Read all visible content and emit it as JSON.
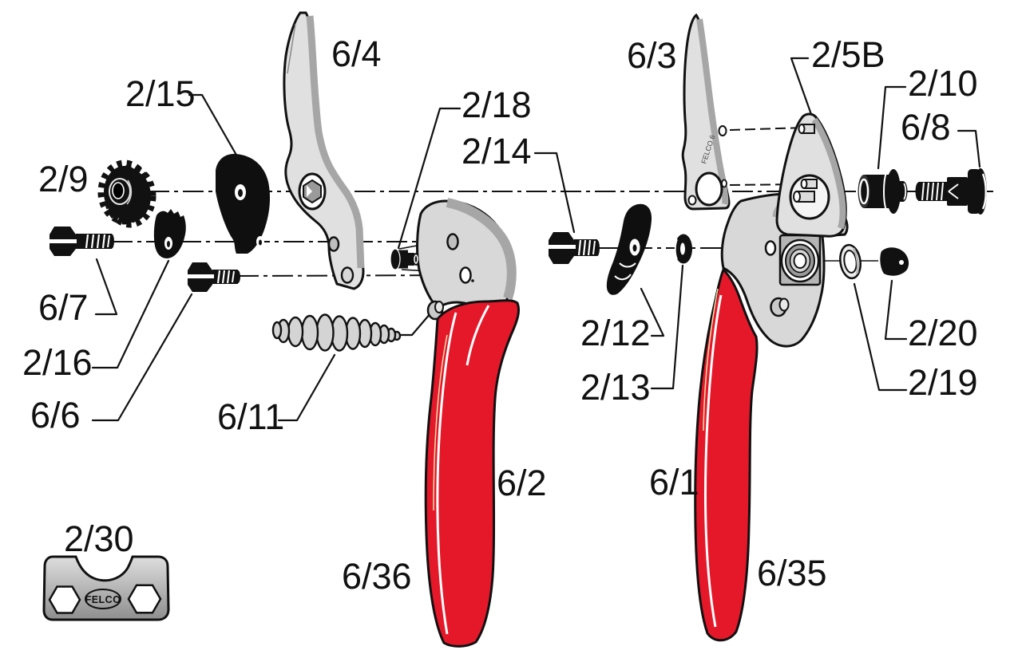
{
  "diagram": {
    "background": "#ffffff",
    "colors": {
      "handle_red": "#e5182a",
      "metal_light": "#dcdcdc",
      "metal_mid": "#a6a6a6",
      "part_black": "#111111",
      "pinstripe_white": "#ffffff"
    },
    "brand": {
      "wrench_logo": "FELCO",
      "blade_stamp": "FELCO 6"
    },
    "labels": {
      "p2_9": "2/9",
      "p2_15": "2/15",
      "p6_4": "6/4",
      "p2_18": "2/18",
      "p2_14": "2/14",
      "p6_7": "6/7",
      "p2_16": "2/16",
      "p6_6": "6/6",
      "p6_11": "6/11",
      "p2_30": "2/30",
      "p6_36": "6/36",
      "p6_2": "6/2",
      "p6_3": "6/3",
      "p2_5B": "2/5B",
      "p2_10": "2/10",
      "p6_8": "6/8",
      "p2_12": "2/12",
      "p2_13": "2/13",
      "p2_20": "2/20",
      "p2_19": "2/19",
      "p6_1": "6/1",
      "p6_35": "6/35"
    }
  }
}
